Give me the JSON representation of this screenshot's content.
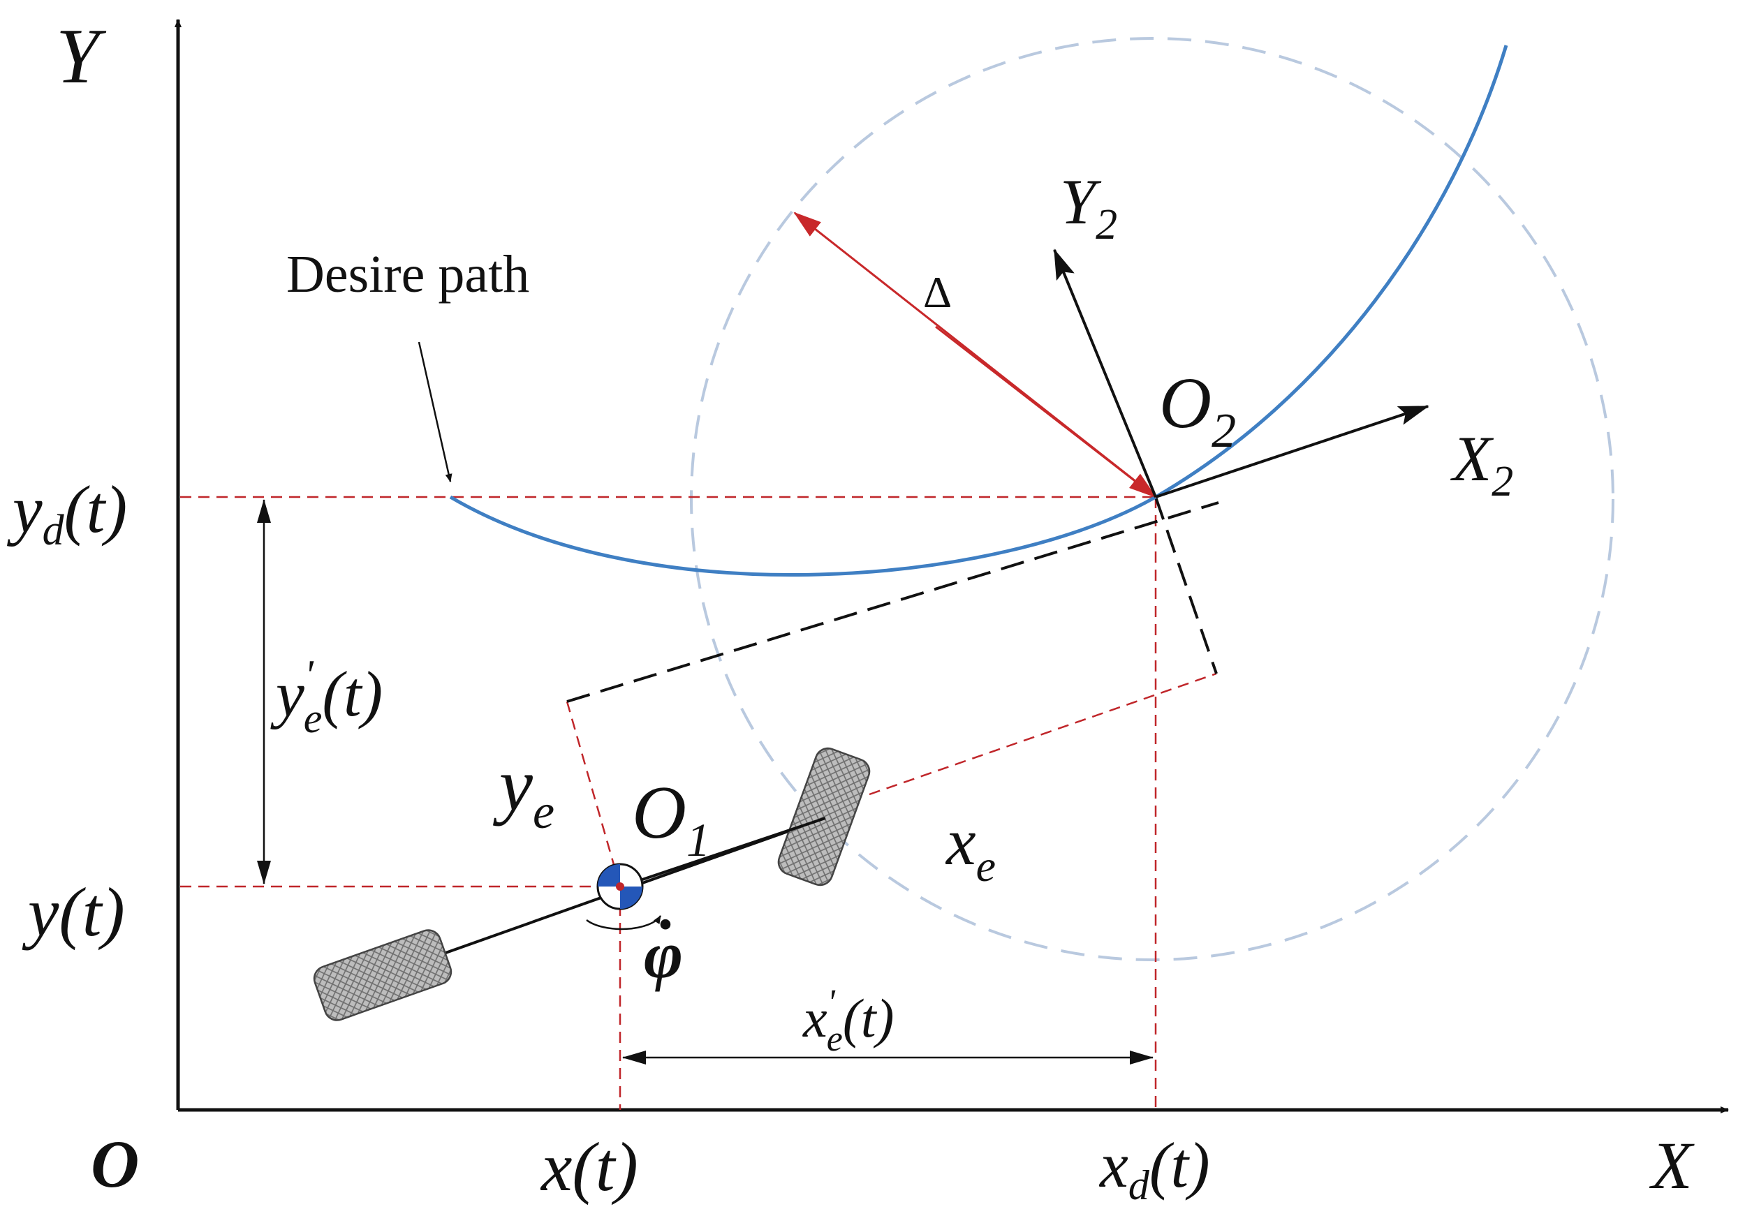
{
  "colors": {
    "path": "#3f7fc3",
    "circle": "#b9c9df",
    "guide": "#c0262a",
    "radius_arrow": "#c8282a",
    "ink": "#111111",
    "wheel_fill": "#b8b8b8",
    "marker_blue": "#2457b8"
  },
  "axes": {
    "y_label": "Y",
    "x_label": "X",
    "origin_label": "O"
  },
  "desire_path_label": "Desire path",
  "frame2": {
    "origin_main": "O",
    "origin_sub": "2",
    "x_main": "X",
    "x_sub": "2",
    "y_main": "Y",
    "y_sub": "2"
  },
  "radius_label": "Δ",
  "vehicle": {
    "origin_main": "O",
    "origin_sub": "1",
    "rate_label": "φ",
    "rate_dot": "."
  },
  "y_ticks": {
    "yd": {
      "main": "y",
      "sub": "d",
      "arg": "(t)"
    },
    "y": {
      "main": "y",
      "arg": "(t)"
    }
  },
  "x_ticks": {
    "x": {
      "main": "x",
      "arg": "(t)"
    },
    "xd": {
      "main": "x",
      "sub": "d",
      "arg": "(t)"
    }
  },
  "errors": {
    "ye": {
      "main": "y",
      "sub": "e"
    },
    "xe": {
      "main": "x",
      "sub": "e"
    },
    "ye_prime": {
      "main": "y",
      "prime": "'",
      "sub": "e",
      "arg": "(t)"
    },
    "xe_prime": {
      "main": "x",
      "prime": "'",
      "sub": "e",
      "arg": "(t)"
    }
  }
}
